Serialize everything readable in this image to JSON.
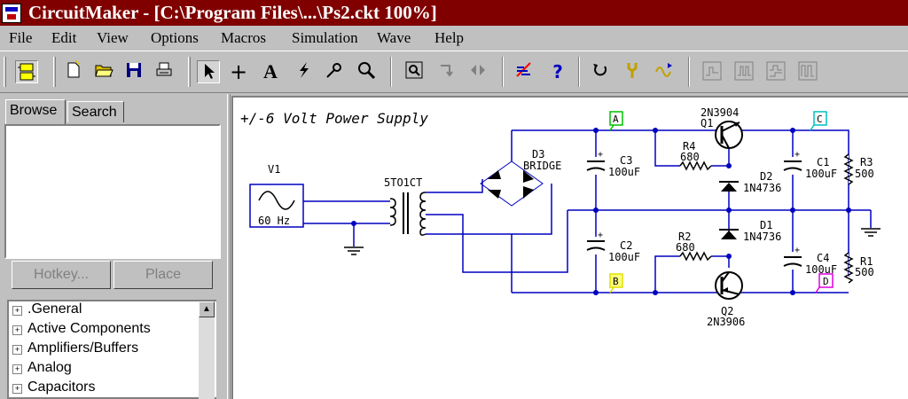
{
  "window": {
    "title": "CircuitMaker - [C:\\Program Files\\...\\Ps2.ckt 100%]"
  },
  "menu": [
    "File",
    "Edit",
    "View",
    "Options",
    "Macros",
    "Simulation",
    "Wave",
    "Help"
  ],
  "toolbar": {
    "icons": [
      "component-toggle-icon",
      "new-file-icon",
      "open-folder-icon",
      "save-disk-icon",
      "print-icon",
      "arrow-pointer-icon",
      "crosshair-plus-icon",
      "text-tool-icon",
      "wire-lightning-icon",
      "probe-icon",
      "zoom-magnifier-icon",
      "zoom-fit-icon",
      "rotate-icon",
      "mirror-icon",
      "digital-sim-icon",
      "help-question-icon",
      "reset-icon",
      "analog-probe-icon",
      "waveform-icon",
      "trace-1-icon",
      "trace-2-icon",
      "trace-3-icon",
      "trace-4-icon"
    ],
    "glyphs": {
      "crosshair": "+",
      "text": "A",
      "help": "?"
    }
  },
  "left_panel": {
    "tabs": [
      "Browse",
      "Search"
    ],
    "hotkey_label": "Hotkey...",
    "place_label": "Place",
    "tree": [
      ".General",
      "Active Components",
      "Amplifiers/Buffers",
      "Analog",
      "Capacitors"
    ]
  },
  "schematic": {
    "title": "+/-6 Volt Power Supply",
    "source": {
      "name": "V1",
      "freq": "60 Hz"
    },
    "transformer": "5TO1CT",
    "bridge": {
      "name": "D3",
      "part": "BRIDGE"
    },
    "c3": {
      "name": "C3",
      "value": "100uF"
    },
    "c2": {
      "name": "C2",
      "value": "100uF"
    },
    "c1": {
      "name": "C1",
      "value": "100uF"
    },
    "c4": {
      "name": "C4",
      "value": "100uF"
    },
    "r4": {
      "name": "R4",
      "value": "680"
    },
    "r2": {
      "name": "R2",
      "value": "680"
    },
    "r3": {
      "name": "R3",
      "value": "500"
    },
    "r1": {
      "name": "R1",
      "value": "500"
    },
    "d2": {
      "name": "D2",
      "part": "1N4736"
    },
    "d1": {
      "name": "D1",
      "part": "1N4736"
    },
    "q1": {
      "name": "Q1",
      "part": "2N3904"
    },
    "q2": {
      "name": "Q2",
      "part": "2N3906"
    },
    "nodes": {
      "a": {
        "label": "A",
        "color": "#00c000"
      },
      "b": {
        "label": "B",
        "color": "#e0e000"
      },
      "c": {
        "label": "C",
        "color": "#00c0c0"
      },
      "d": {
        "label": "D",
        "color": "#e000e0"
      }
    },
    "wire_color": "#0000c0",
    "plus_sign": "+"
  }
}
